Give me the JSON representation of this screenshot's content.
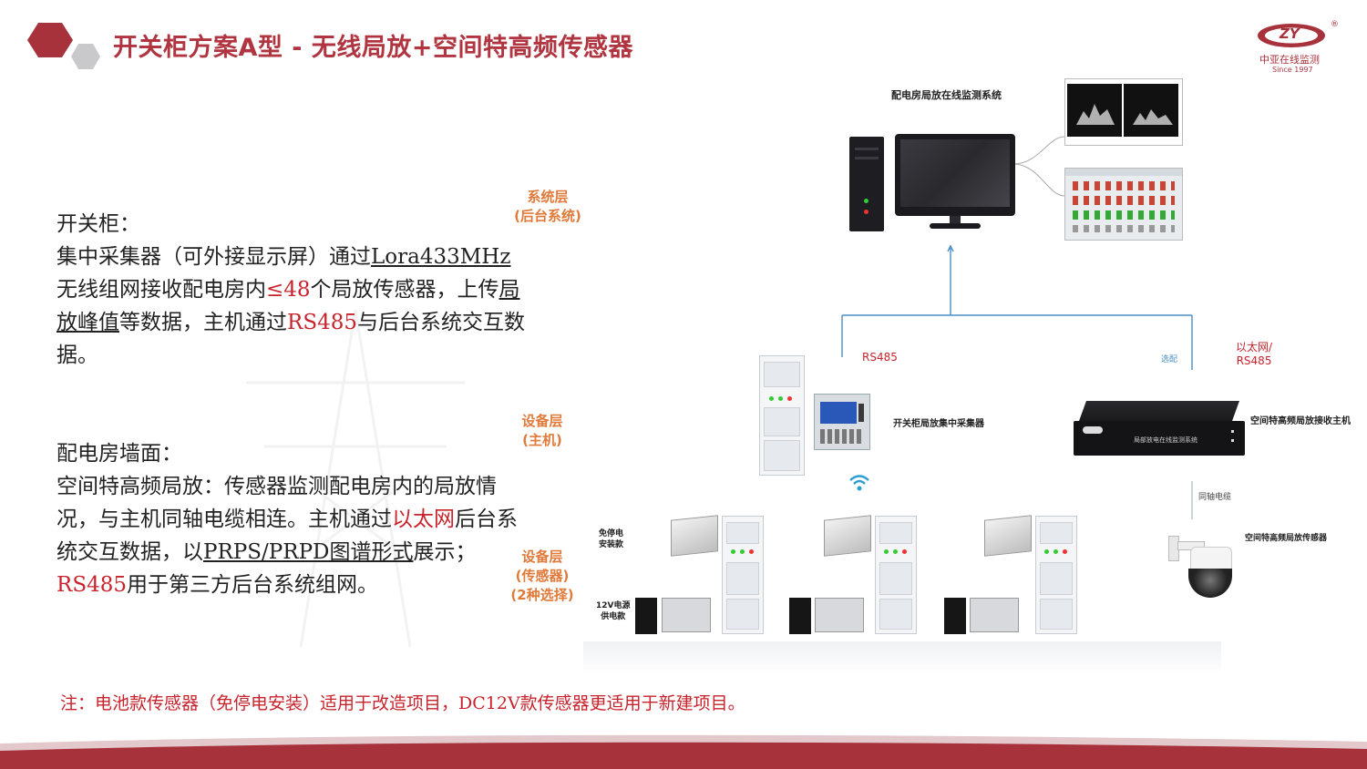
{
  "header": {
    "title": "开关柜方案A型 - 无线局放+空间特高频传感器"
  },
  "logo": {
    "mark": "ZY",
    "registered": "®",
    "company": "中亚在线监测",
    "since": "Since 1997"
  },
  "left": {
    "switchgear": {
      "heading": "开关柜：",
      "t1": "集中采集器（可外接显示屏）通过",
      "t2": "Lora433MHz",
      "t3": "无线组网接收配电房内",
      "t4": "≤48",
      "t5": "个局放传感器，上传",
      "t6": "局放峰值",
      "t7": "等数据，主机通过",
      "t8": "RS485",
      "t9": "与后台系统交互数据。"
    },
    "wall": {
      "heading": "配电房墙面：",
      "t1": "空间特高频局放：传感器监测配电房内的局放情况，与主机同轴电缆相连。主机通过",
      "t2": "以太网",
      "t3": "后台系统交互数据，以",
      "t4": "PRPS/PRPD图谱形式",
      "t5": "展示；",
      "t6": "RS485",
      "t7": "用于第三方后台系统组网。"
    }
  },
  "diagram": {
    "layers": {
      "system": [
        "系统层",
        "(后台系统)"
      ],
      "device_host": [
        "设备层",
        "(主机)"
      ],
      "device_sensor": [
        "设备层",
        "(传感器)",
        "(2种选择)"
      ]
    },
    "labels": {
      "system_name": "配电房局放在线监测系统",
      "rs485": "RS485",
      "optional": "选配",
      "ethernet": [
        "以太网/",
        "RS485"
      ],
      "collector": "开关柜局放集中采集器",
      "receiver": "空间特高频局放接收主机",
      "receiver_device_text": "局部放电在线监测系统",
      "coax": "同轴电缆",
      "uhf_sensor": "空间特高频局放传感器",
      "battery": [
        "免停电",
        "安装款"
      ],
      "dc12v": [
        "12V电源",
        "供电款"
      ]
    },
    "colors": {
      "line": "#4a8fc8",
      "accent_red": "#c8232c",
      "layer_orange": "#e07a3a",
      "title_red": "#b03540"
    }
  },
  "footer": {
    "note": "注：电池款传感器（免停电安装）适用于改造项目，DC12V款传感器更适用于新建项目。"
  }
}
